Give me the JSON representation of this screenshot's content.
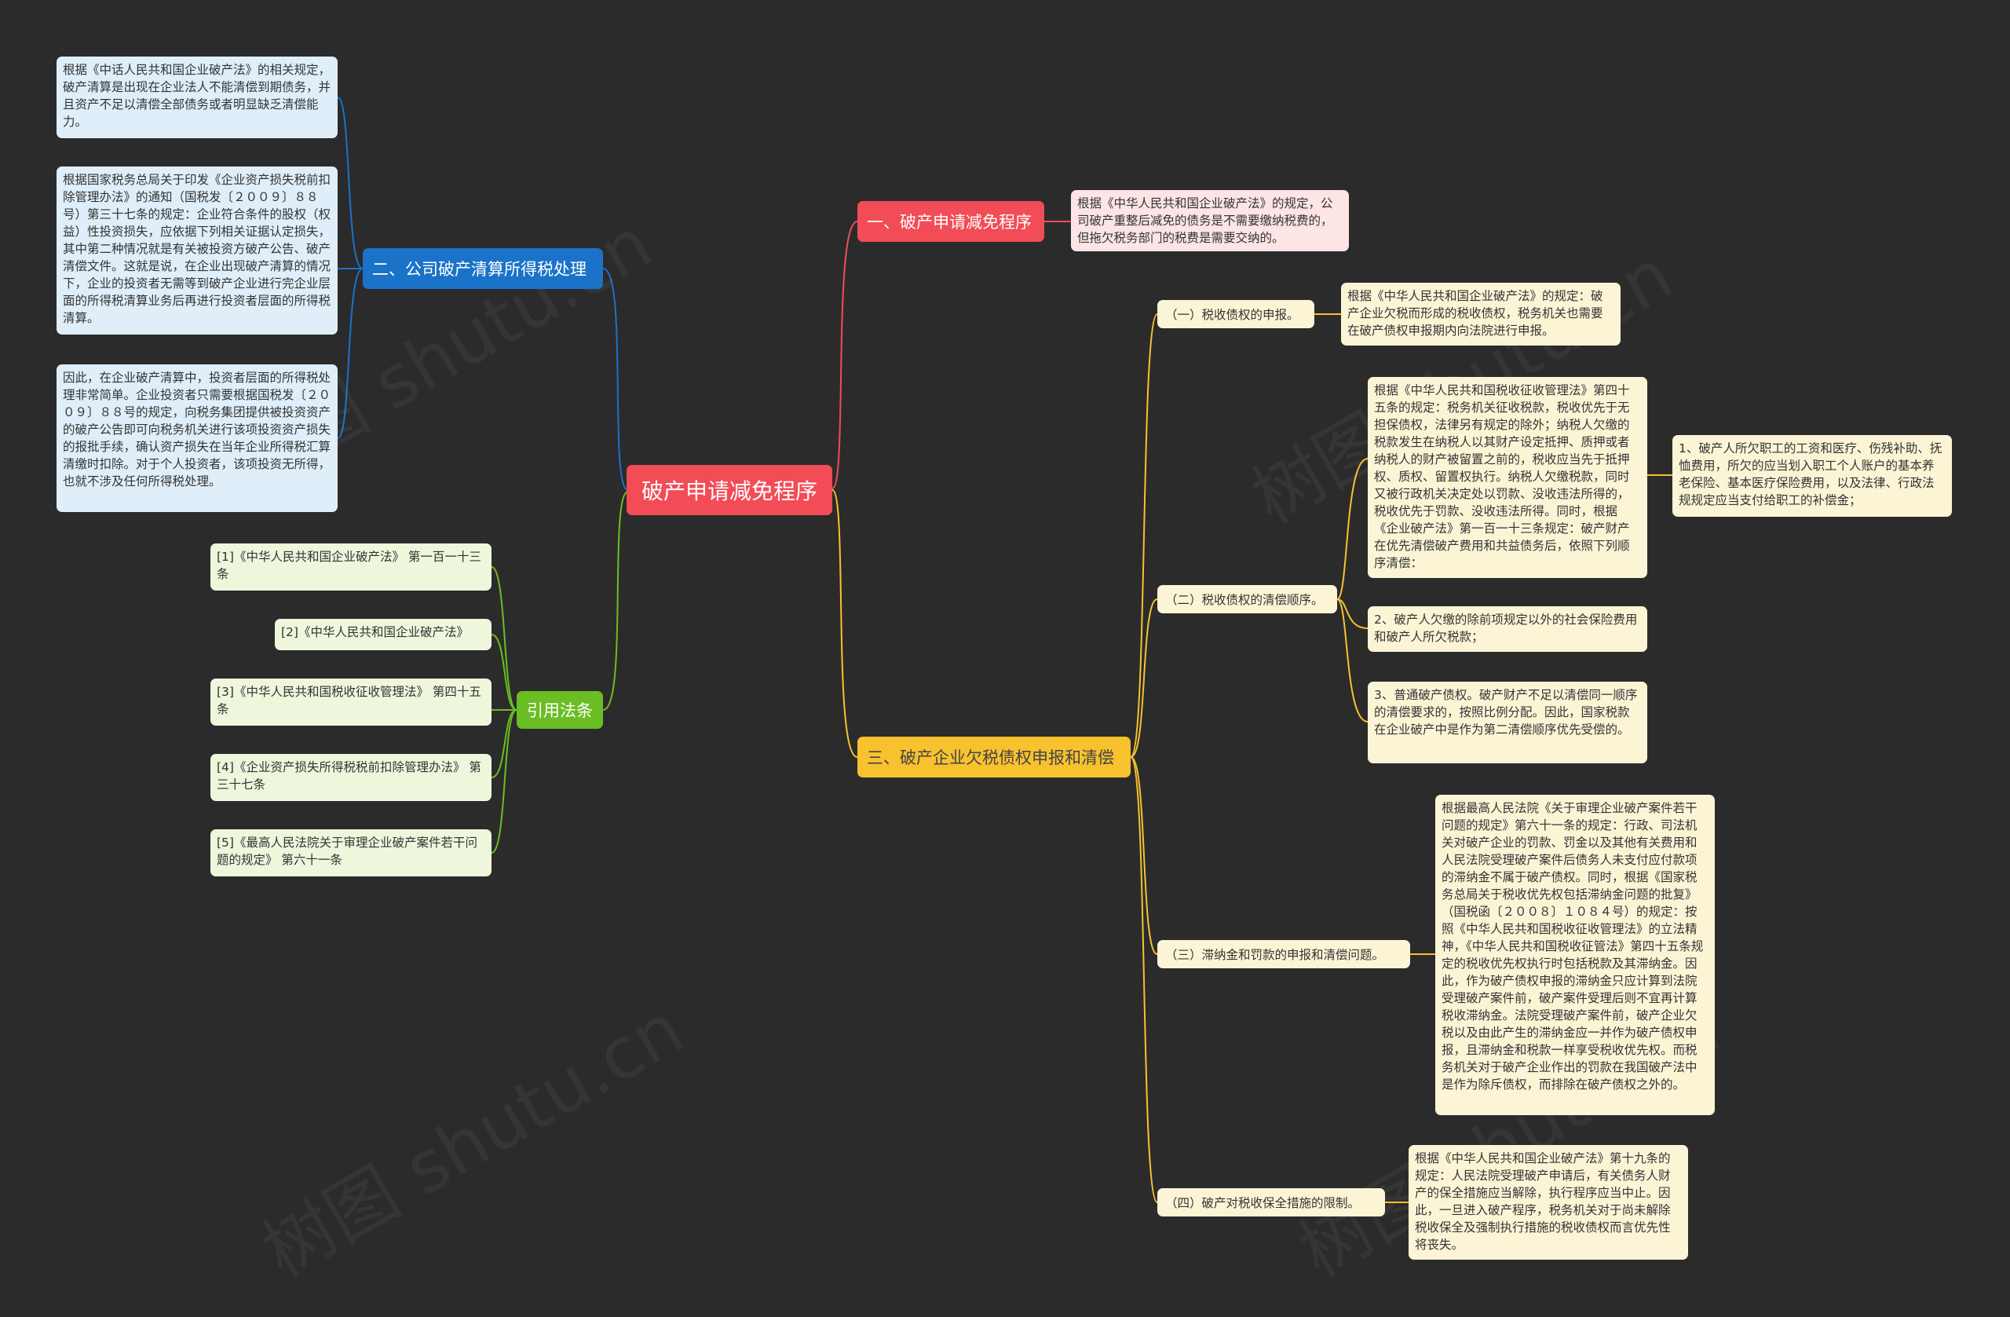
{
  "root": {
    "label": "破产申请减免程序"
  },
  "branches": {
    "b1": {
      "label": "一、破产申请减免程序"
    },
    "b2": {
      "label": "二、公司破产清算所得税处理"
    },
    "b3": {
      "label": "三、破产企业欠税债权申报和清偿"
    },
    "b4": {
      "label": "引用法条"
    }
  },
  "b1_leaf": "根据《中华人民共和国企业破产法》的规定，公司破产重整后减免的债务是不需要缴纳税费的，但拖欠税务部门的税费是需要交纳的。",
  "b2_leaves": [
    "根据《中话人民共和国企业破产法》的相关规定，破产清算是出现在企业法人不能清偿到期债务，并且资产不足以清偿全部债务或者明显缺乏清偿能力。",
    "根据国家税务总局关于印发《企业资产损失税前扣除管理办法》的通知（国税发〔２００９〕８８号）第三十七条的规定：企业符合条件的股权（权益）性投资损失，应依据下列相关证据认定损失，其中第二种情况就是有关被投资方破产公告、破产清偿文件。这就是说，在企业出现破产清算的情况下，企业的投资者无需等到破产企业进行完企业层面的所得税清算业务后再进行投资者层面的所得税清算。",
    "因此，在企业破产清算中，投资者层面的所得税处理非常简单。企业投资者只需要根据国税发〔２００９〕８８号的规定，向税务集团提供被投资资产的破产公告即可向税务机关进行该项投资资产损失的报批手续，确认资产损失在当年企业所得税汇算清缴时扣除。对于个人投资者，该项投资无所得，也就不涉及任何所得税处理。"
  ],
  "b4_leaves": [
    "[1]《中华人民共和国企业破产法》 第一百一十三条",
    "[2]《中华人民共和国企业破产法》",
    "[3]《中华人民共和国税收征收管理法》 第四十五条",
    "[4]《企业资产损失所得税税前扣除管理办法》 第三十七条",
    "[5]《最高人民法院关于审理企业破产案件若干问题的规定》 第六十一条"
  ],
  "b3_subs": [
    {
      "label": "（一）税收债权的申报。",
      "detail": "根据《中华人民共和国企业破产法》的规定：破产企业欠税而形成的税收债权，税务机关也需要在破产债权申报期内向法院进行申报。"
    },
    {
      "label": "（二）税收债权的清偿顺序。",
      "detail": "根据《中华人民共和国税收征收管理法》第四十五条的规定：税务机关征收税款，税收优先于无担保债权，法律另有规定的除外；纳税人欠缴的税款发生在纳税人以其财产设定抵押、质押或者纳税人的财产被留置之前的，税收应当先于抵押权、质权、留置权执行。纳税人欠缴税款，同时又被行政机关决定处以罚款、没收违法所得的，税收优先于罚款、没收违法所得。同时，根据《企业破产法》第一百一十三条规定：破产财产在优先清偿破产费用和共益债务后，依照下列顺序清偿：",
      "items": [
        "1、破产人所欠职工的工资和医疗、伤残补助、抚恤费用，所欠的应当划入职工个人账户的基本养老保险、基本医疗保险费用，以及法律、行政法规规定应当支付给职工的补偿金；",
        "2、破产人欠缴的除前项规定以外的社会保险费用和破产人所欠税款；",
        "3、普通破产债权。破产财产不足以清偿同一顺序的清偿要求的，按照比例分配。因此，国家税款在企业破产中是作为第二清偿顺序优先受偿的。"
      ]
    },
    {
      "label": "（三）滞纳金和罚款的申报和清偿问题。",
      "detail": "根据最高人民法院《关于审理企业破产案件若干问题的规定》第六十一条的规定：行政、司法机关对破产企业的罚款、罚金以及其他有关费用和人民法院受理破产案件后债务人未支付应付款项的滞纳金不属于破产债权。同时，根据《国家税务总局关于税收优先权包括滞纳金问题的批复》（国税函〔２００８〕１０８４号）的规定：按照《中华人民共和国税收征收管理法》的立法精神，《中华人民共和国税收征管法》第四十五条规定的税收优先权执行时包括税款及其滞纳金。因此，作为破产债权申报的滞纳金只应计算到法院受理破产案件前，破产案件受理后则不宜再计算税收滞纳金。法院受理破产案件前，破产企业欠税以及由此产生的滞纳金应一并作为破产债权申报，且滞纳金和税款一样享受税收优先权。而税务机关对于破产企业作出的罚款在我国破产法中是作为除斥债权，而排除在破产债权之外的。"
    },
    {
      "label": "（四）破产对税收保全措施的限制。",
      "detail": "根据《中华人民共和国企业破产法》第十九条的规定：人民法院受理破产申请后，有关债务人财产的保全措施应当解除，执行程序应当中止。因此，一旦进入破产程序，税务机关对于尚未解除税收保全及强制执行措施的税收债权而言优先性将丧失。"
    }
  ],
  "colors": {
    "background": "#2b2b2b",
    "red": "#f24c56",
    "blue": "#1a73c8",
    "green": "#6bbd24",
    "yellow": "#f8c12e"
  }
}
